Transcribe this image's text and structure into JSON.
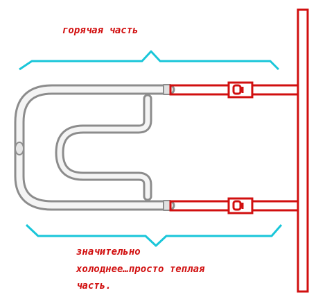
{
  "labels": {
    "hot_part": "горячая часть",
    "cold_part_line1": "значительно",
    "cold_part_line2": "холоднее…просто теплая",
    "cold_part_line3": "часть."
  },
  "colors": {
    "pipe_red": "#d10f0f",
    "brace_cyan": "#19c6d9",
    "towel_rail_gray": "#9a9a9a",
    "background": "#ffffff"
  }
}
